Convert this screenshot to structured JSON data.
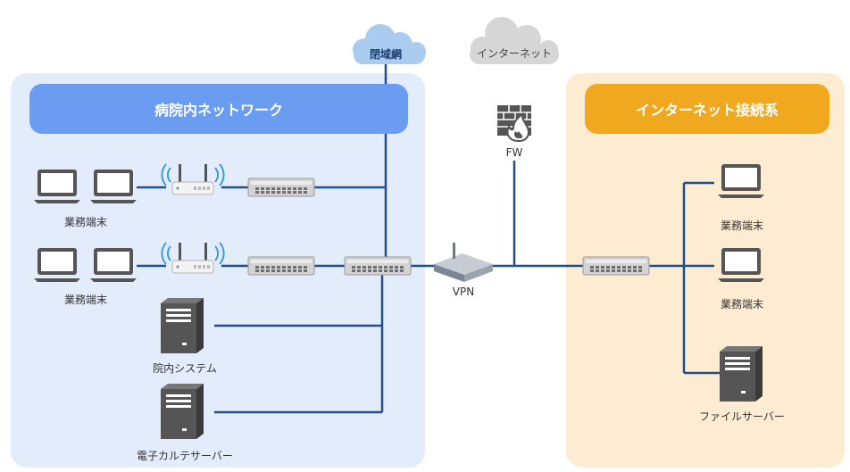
{
  "clouds": {
    "closed_network": "閉域網",
    "internet": "インターネット"
  },
  "zones": {
    "hospital": {
      "title": "病院内ネットワーク"
    },
    "internet_side": {
      "title": "インターネット接続系"
    }
  },
  "labels": {
    "fw": "FW",
    "vpn": "VPN",
    "terminal_row1": "業務端末",
    "terminal_row2": "業務端末",
    "internal_system": "院内システム",
    "emr_server": "電子カルテサーバー",
    "right_terminal1": "業務端末",
    "right_terminal2": "業務端末",
    "file_server": "ファイルサーバー"
  },
  "colors": {
    "line": "#1e4e8c",
    "hospital_bg": "#e3ecfb",
    "hospital_header": "#6a9cf2",
    "internet_bg": "#fdecd2",
    "internet_header": "#f0a81e",
    "cloud_closed": "#a9ccf0",
    "cloud_internet": "#d6d6d6"
  }
}
